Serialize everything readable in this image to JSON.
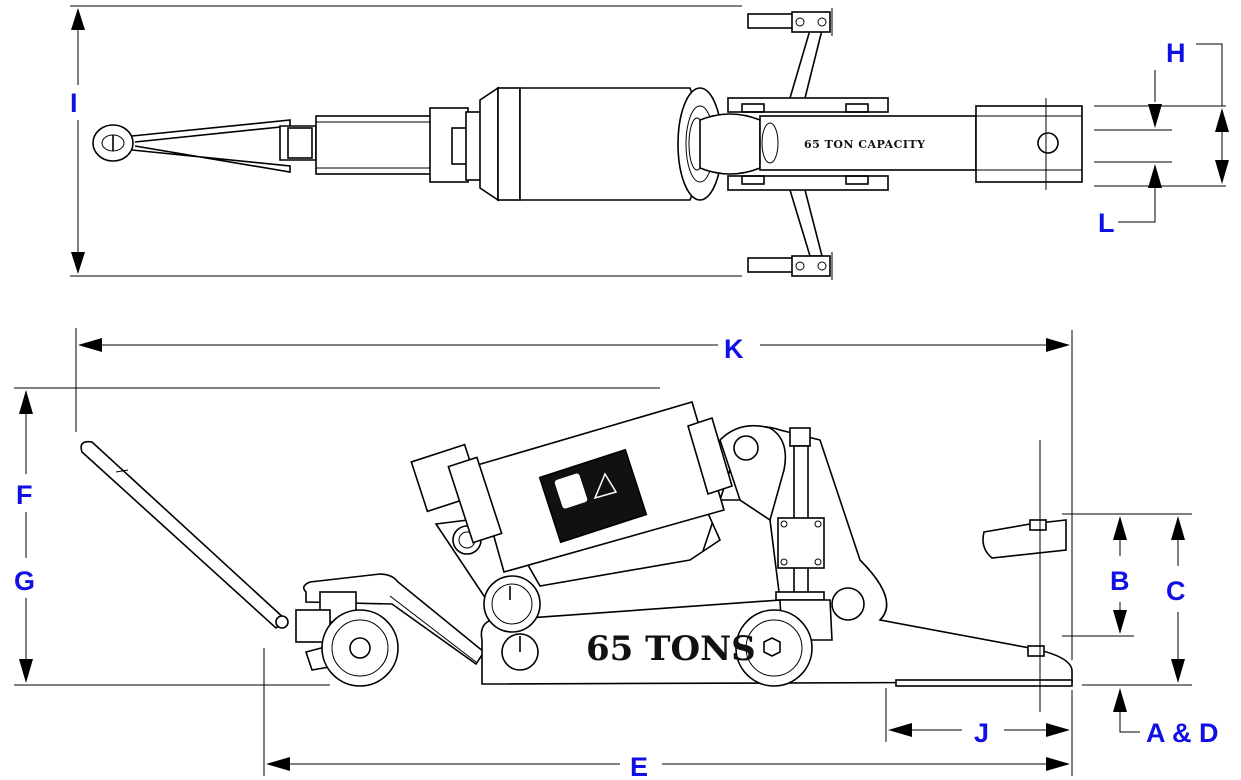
{
  "dimension_labels": {
    "A_D": "A & D",
    "B": "B",
    "C": "C",
    "E": "E",
    "F": "F",
    "G": "G",
    "H": "H",
    "I": "I",
    "J": "J",
    "K": "K",
    "L": "L"
  },
  "top_view": {
    "beam_text": "65 TON CAPACITY"
  },
  "side_view": {
    "body_text": "65 TONS"
  },
  "colors": {
    "label": "#1010e6",
    "line": "#000000",
    "background": "#ffffff"
  }
}
